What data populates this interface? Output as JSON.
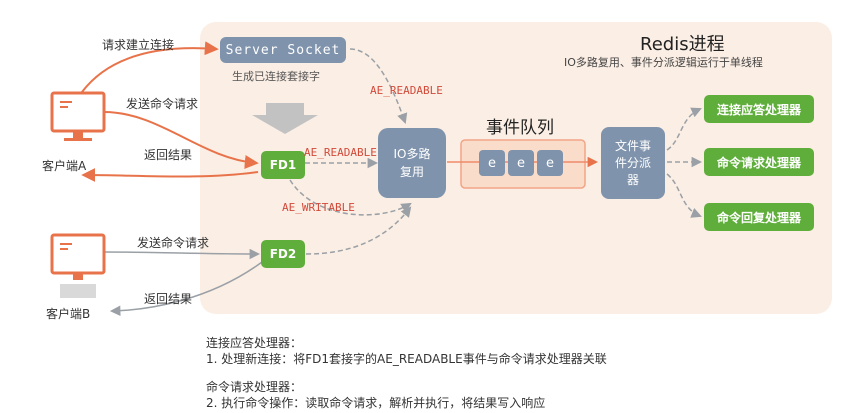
{
  "process": {
    "title": "Redis进程",
    "subtitle": "IO多路复用、事件分派逻辑运行于单线程"
  },
  "server_socket": {
    "label": "Server Socket",
    "caption": "生成已连接套接字"
  },
  "nodes": {
    "fd1": "FD1",
    "fd2": "FD2",
    "io_mux": "IO多路\n复用",
    "dispatcher": "文件事\n件分派\n器"
  },
  "queue": {
    "title": "事件队列",
    "items": [
      "e",
      "e",
      "e"
    ]
  },
  "handlers": [
    "连接应答处理器",
    "命令请求处理器",
    "命令回复处理器"
  ],
  "events": {
    "readable_top": "AE_READABLE",
    "readable_fd1": "AE_READABLE",
    "writable_fd1": "AE_WRITABLE"
  },
  "clients": {
    "a": "客户端A",
    "b": "客户端B"
  },
  "edge_labels": {
    "connect_request": "请求建立连接",
    "send_cmd_a": "发送命令请求",
    "return_a": "返回结果",
    "send_cmd_b": "发送命令请求",
    "return_b": "返回结果"
  },
  "notes": {
    "heading1": "连接应答处理器：",
    "line1": "1. 处理新连接：将FD1套接字的AE_READABLE事件与命令请求处理器关联",
    "heading2": "命令请求处理器：",
    "line2": "2. 执行命令操作：读取命令请求，解析并执行，将结果写入响应"
  },
  "colors": {
    "panel": "#fbeee4",
    "slate": "#7f93ac",
    "green": "#5fae3b",
    "orange": "#e8734a",
    "event_red": "#d24a3a"
  }
}
